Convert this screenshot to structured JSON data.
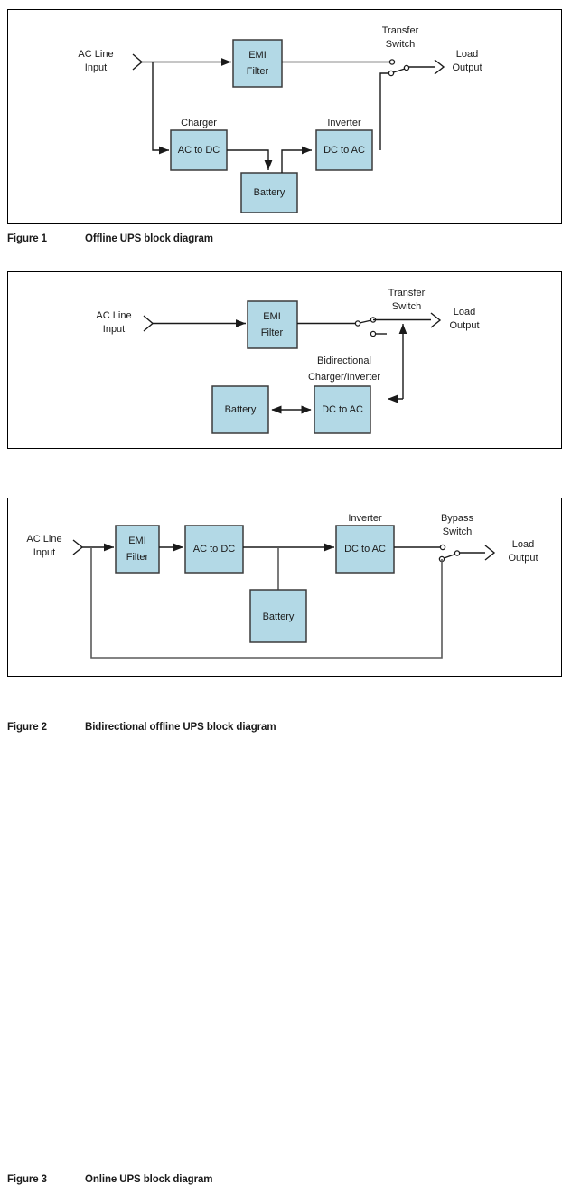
{
  "document": {
    "figures": [
      {
        "id": "figure-1",
        "caption_label": "Figure 1",
        "caption_title": "Offline UPS block diagram",
        "diagram": {
          "type": "block-diagram",
          "blocks": [
            {
              "name": "emi-filter",
              "text_line1": "EMI",
              "text_line2": "Filter",
              "label": ""
            },
            {
              "name": "charger",
              "text_line1": "AC to DC",
              "text_line2": "",
              "label": "Charger"
            },
            {
              "name": "battery",
              "text_line1": "Battery",
              "text_line2": "",
              "label": ""
            },
            {
              "name": "inverter",
              "text_line1": "DC to AC",
              "text_line2": "",
              "label": "Inverter"
            }
          ],
          "terminals": [
            {
              "name": "ac-line-input",
              "line1": "AC Line",
              "line2": "Input"
            },
            {
              "name": "load-output",
              "line1": "Load",
              "line2": "Output"
            }
          ],
          "switch": {
            "name": "transfer-switch",
            "line1": "Transfer",
            "line2": "Switch",
            "position": "inverter"
          }
        }
      },
      {
        "id": "figure-2",
        "caption_label": "Figure 2",
        "caption_title": "Bidirectional offline UPS block diagram",
        "diagram": {
          "type": "block-diagram",
          "blocks": [
            {
              "name": "emi-filter",
              "text_line1": "EMI",
              "text_line2": "Filter",
              "label": ""
            },
            {
              "name": "battery",
              "text_line1": "Battery",
              "text_line2": "",
              "label": ""
            },
            {
              "name": "bidirectional-charger-inverter",
              "text_line1": "DC to AC",
              "text_line2": "",
              "label_line1": "Bidirectional",
              "label_line2": "Charger/Inverter"
            }
          ],
          "terminals": [
            {
              "name": "ac-line-input",
              "line1": "AC Line",
              "line2": "Input"
            },
            {
              "name": "load-output",
              "line1": "Load",
              "line2": "Output"
            }
          ],
          "switch": {
            "name": "transfer-switch",
            "line1": "Transfer",
            "line2": "Switch",
            "position": "line"
          }
        }
      },
      {
        "id": "figure-3",
        "caption_label": "Figure 3",
        "caption_title": "Online UPS block diagram",
        "diagram": {
          "type": "block-diagram",
          "blocks": [
            {
              "name": "emi-filter",
              "text_line1": "EMI",
              "text_line2": "Filter",
              "label": ""
            },
            {
              "name": "rectifier",
              "text_line1": "AC to DC",
              "text_line2": "",
              "label": ""
            },
            {
              "name": "battery",
              "text_line1": "Battery",
              "text_line2": "",
              "label": ""
            },
            {
              "name": "inverter",
              "text_line1": "DC to AC",
              "text_line2": "",
              "label": "Inverter"
            }
          ],
          "terminals": [
            {
              "name": "ac-line-input",
              "line1": "AC Line",
              "line2": "Input"
            },
            {
              "name": "load-output",
              "line1": "Load",
              "line2": "Output"
            }
          ],
          "switch": {
            "name": "bypass-switch",
            "line1": "Bypass",
            "line2": "Switch",
            "position": "inverter"
          }
        }
      }
    ],
    "colors": {
      "block_fill": "#b3d9e6",
      "block_stroke": "#3b3b3b",
      "wire": "#1a1a1a",
      "bypass_wire": "#5a5a5a",
      "panel_border": "#000000",
      "text": "#1a1a1a"
    }
  }
}
